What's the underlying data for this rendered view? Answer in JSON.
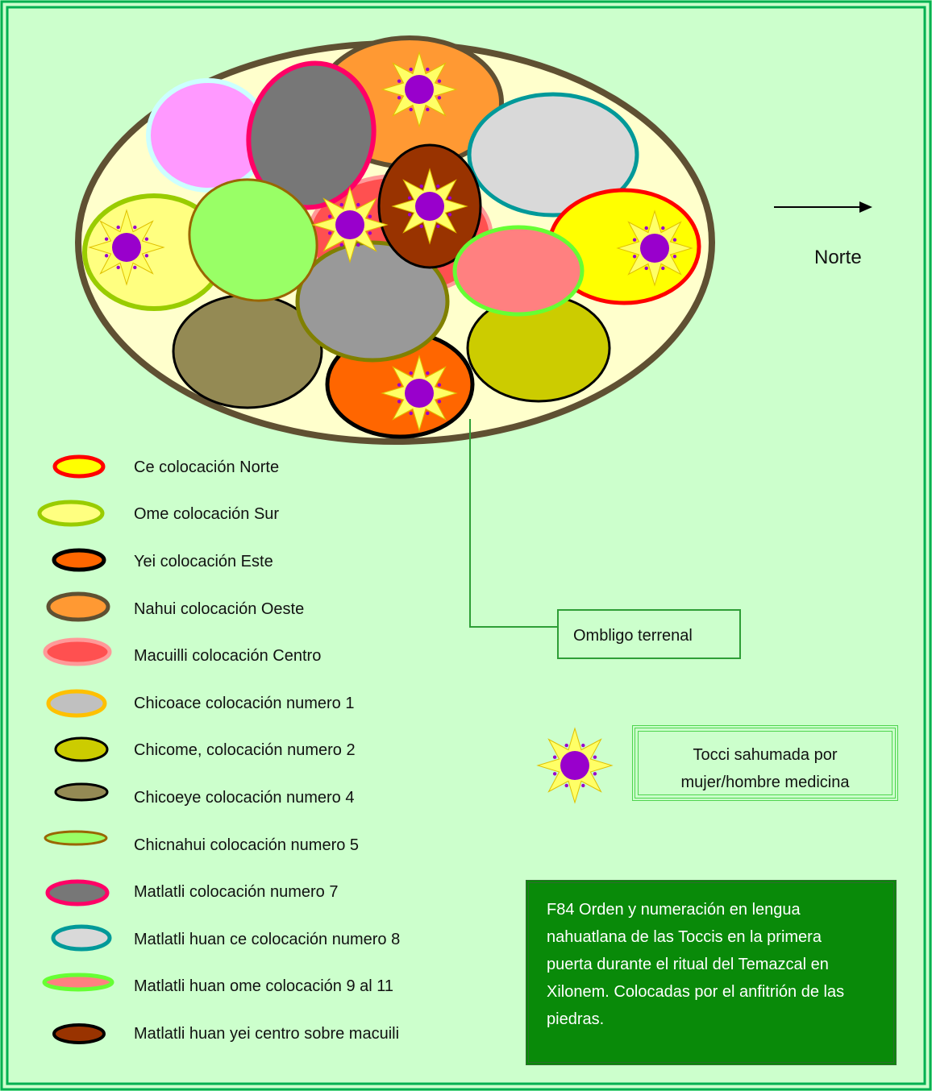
{
  "compass": {
    "label": "Norte"
  },
  "legend": [
    {
      "label": "Ce  colocación Norte",
      "fill": "#ffff00",
      "stroke": "#ff0000"
    },
    {
      "label": "Ome  colocación Sur",
      "fill": "#ffff80",
      "stroke": "#99cc00"
    },
    {
      "label": "Yei colocación   Este",
      "fill": "#ff6600",
      "stroke": "#000000"
    },
    {
      "label": "Nahui  colocación Oeste",
      "fill": "#ff9933",
      "stroke": "#5f5032"
    },
    {
      "label": "Macuilli  colocación Centro",
      "fill": "#ff5050",
      "stroke": "#ff9999"
    },
    {
      "label": "Chicoace colocación numero 1",
      "fill": "#c0c0c0",
      "stroke": "#ffc000"
    },
    {
      "label": "Chicome, colocación numero 2",
      "fill": "#cccc00",
      "stroke": "#000000"
    },
    {
      "label": "Chicoeye  colocación numero 4",
      "fill": "#948a54",
      "stroke": "#000000"
    },
    {
      "label": "Chicnahui colocación numero 5",
      "fill": "#99ff66",
      "stroke": "#996600"
    },
    {
      "label": "Matlatli colocación numero 7",
      "fill": "#777777",
      "stroke": "#ff0066"
    },
    {
      "label": "Matlatli huan ce colocación numero 8",
      "fill": "#d9d9d9",
      "stroke": "#009999"
    },
    {
      "label": "Matlatli huan ome colocación 9 al 11",
      "fill": "#ff8080",
      "stroke": "#66ff33"
    },
    {
      "label": "Matlatli huan yei centro sobre macuili",
      "fill": "#993300",
      "stroke": "#000000"
    }
  ],
  "ombligo": {
    "label": "Ombligo terrenal"
  },
  "tocci_note": {
    "line1": "Tocci sahumada por",
    "line2": "mujer/hombre medicina"
  },
  "caption": {
    "line1": "F84   Orden y numeración en lengua",
    "line2": "nahuatlana de las Toccis en la primera",
    "line3": "puerta durante el ritual del Temazcal en",
    "line4": "Xilonem. Colocadas por el anfitrión de las",
    "line5": "piedras."
  },
  "colors": {
    "page_bg": "#ccffcc",
    "border": "#00b050",
    "pit_fill": "#ffffcc",
    "pit_stroke": "#5f5032",
    "sun_rays": "#ffff66",
    "sun_center": "#9900cc",
    "caption_bg": "#098a09"
  }
}
